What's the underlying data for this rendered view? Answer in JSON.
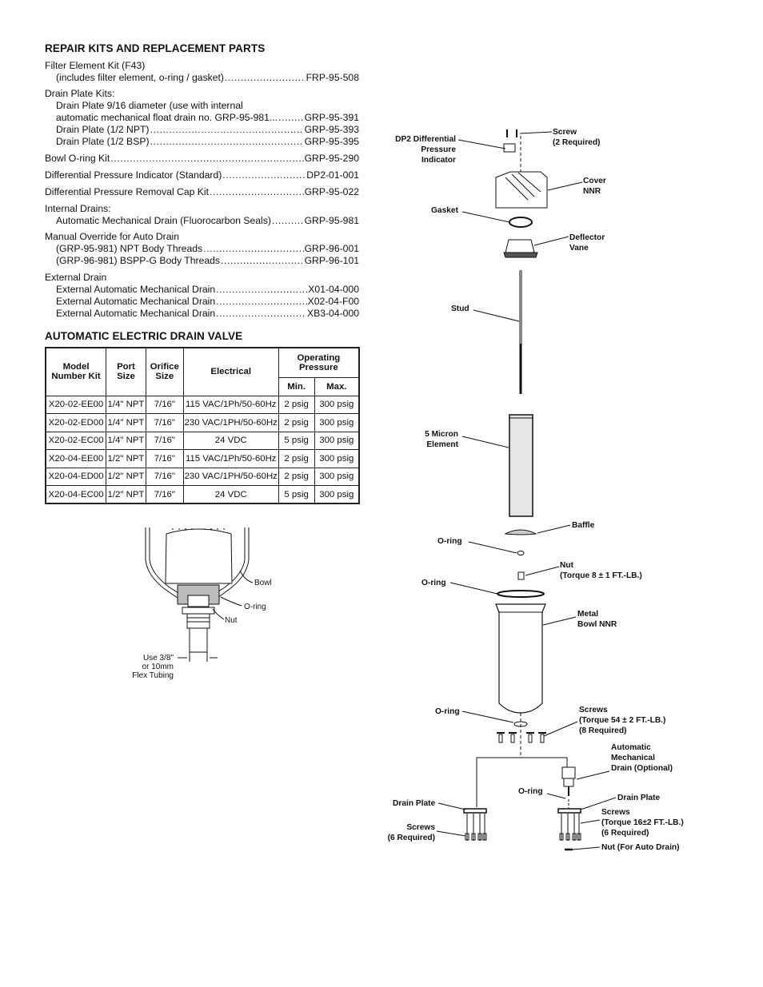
{
  "repair": {
    "title": "REPAIR KITS AND REPLACEMENT PARTS",
    "filter_kit": {
      "heading": "Filter Element Kit (F43)",
      "desc": "(includes filter element, o-ring / gasket)",
      "part": "FRP-95-508"
    },
    "drain_plate": {
      "heading": "Drain Plate Kits:",
      "line1": "Drain Plate 9/16 diameter (use with internal",
      "line2": "automatic mechanical float drain no. GRP-95-981...",
      "part1": "GRP-95-391",
      "npt": "Drain Plate (1/2 NPT)",
      "npt_part": "GRP-95-393",
      "bsp": "Drain Plate (1/2 BSP)",
      "bsp_part": "GRP-95-395"
    },
    "bowl_oring": {
      "label": "Bowl O-ring Kit",
      "part": "GRP-95-290"
    },
    "dpi": {
      "label": "Differential Pressure Indicator (Standard)",
      "part": "DP2-01-001"
    },
    "dprc": {
      "label": "Differential Pressure Removal Cap Kit",
      "part": "GRP-95-022"
    },
    "internal": {
      "heading": "Internal Drains:",
      "label": "Automatic Mechanical Drain (Fluorocarbon Seals)",
      "part": "GRP-95-981"
    },
    "override": {
      "heading": "Manual Override for Auto Drain",
      "npt": "(GRP-95-981) NPT Body Threads",
      "npt_part": "GRP-96-001",
      "bspp": "(GRP-96-981) BSPP-G Body Threads",
      "bspp_part": "GRP-96-101"
    },
    "external": {
      "heading": "External Drain",
      "items": [
        {
          "label": "External Automatic Mechanical Drain",
          "part": "X01-04-000"
        },
        {
          "label": "External Automatic Mechanical Drain",
          "part": "X02-04-F00"
        },
        {
          "label": "External Automatic Mechanical Drain",
          "part": "XB3-04-000"
        }
      ]
    }
  },
  "valve": {
    "title": "AUTOMATIC ELECTRIC DRAIN VALVE",
    "headers": {
      "model": "Model Number Kit",
      "port": "Port Size",
      "orifice": "Orifice Size",
      "electrical": "Electrical",
      "operating": "Operating Pressure",
      "min": "Min.",
      "max": "Max."
    },
    "rows": [
      [
        "X20-02-EE00",
        "1/4\" NPT",
        "7/16\"",
        "115 VAC/1Ph/50-60Hz",
        "2 psig",
        "300 psig"
      ],
      [
        "X20-02-ED00",
        "1/4\" NPT",
        "7/16\"",
        "230 VAC/1PH/50-60Hz",
        "2 psig",
        "300 psig"
      ],
      [
        "X20-02-EC00",
        "1/4\" NPT",
        "7/16\"",
        "24 VDC",
        "5 psig",
        "300 psig"
      ],
      [
        "X20-04-EE00",
        "1/2\" NPT",
        "7/16\"",
        "115 VAC/1Ph/50-60Hz",
        "2 psig",
        "300 psig"
      ],
      [
        "X20-04-ED00",
        "1/2\" NPT",
        "7/16\"",
        "230 VAC/1PH/50-60Hz",
        "2 psig",
        "300 psig"
      ],
      [
        "X20-04-EC00",
        "1/2\" NPT",
        "7/16\"",
        "24 VDC",
        "5 psig",
        "300 psig"
      ]
    ]
  },
  "small_diagram": {
    "bowl": "Bowl",
    "oring": "O-ring",
    "nut": "Nut",
    "tubing1": "Use 3/8\"",
    "tubing2": "or 10mm",
    "tubing3": "Flex Tubing"
  },
  "exploded": {
    "screw": "Screw",
    "screw_req": "(2 Required)",
    "dp2_1": "DP2 Differential",
    "dp2_2": "Pressure",
    "dp2_3": "Indicator",
    "cover": "Cover",
    "cover_nnr": "NNR",
    "gasket": "Gasket",
    "deflector": "Deflector",
    "vane": "Vane",
    "stud": "Stud",
    "micron1": "5 Micron",
    "micron2": "Element",
    "baffle": "Baffle",
    "oring": "O-ring",
    "nut": "Nut",
    "nut_torque": "(Torque 8 ± 1 FT.-LB.)",
    "metal": "Metal",
    "bowl_nnr": "Bowl NNR",
    "screws": "Screws",
    "screws_torque": "(Torque 54 ± 2 FT.-LB.)",
    "screws_req": "(8 Required)",
    "auto1": "Automatic",
    "auto2": "Mechanical",
    "auto3": "Drain (Optional)",
    "drain_plate": "Drain Plate",
    "screws6": "(6 Required)",
    "screws_torque16": "(Torque 16±2 FT.-LB.)",
    "nut_auto": "Nut (For Auto Drain)"
  }
}
